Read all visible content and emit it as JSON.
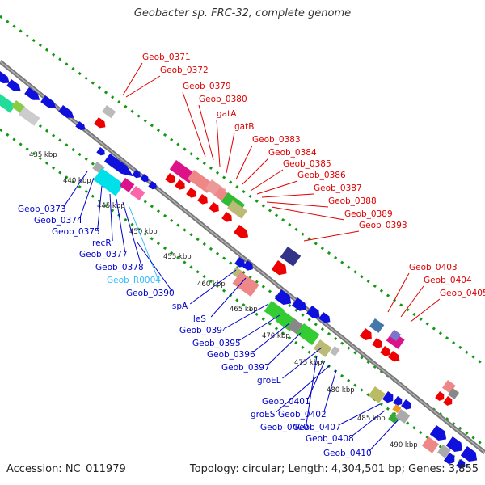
{
  "header": {
    "title": "Geobacter sp. FRC-32, complete genome"
  },
  "footer": {
    "accession": "Accession: NC_011979",
    "summary": "Topology: circular; Length: 4,304,501 bp; Genes: 3,855"
  },
  "colors": {
    "forward_label": "#e00000",
    "reverse_label": "#0000cc",
    "rna_label": "#33bbff",
    "backbone": "#777777",
    "ticks": "#119911"
  },
  "kbp_ticks": [
    "435 kbp",
    "440 kbp",
    "445 kbp",
    "450 kbp",
    "455 kbp",
    "460 kbp",
    "465 kbp",
    "470 kbp",
    "475 kbp",
    "480 kbp",
    "485 kbp",
    "490 kbp"
  ],
  "top_labels": [
    "Geob_0371",
    "Geob_0372",
    "Geob_0379",
    "Geob_0380",
    "gatA",
    "gatB",
    "Geob_0383",
    "Geob_0384",
    "Geob_0385",
    "Geob_0386",
    "Geob_0387",
    "Geob_0388",
    "Geob_0389",
    "Geob_0393",
    "Geob_0403",
    "Geob_0404",
    "Geob_0405"
  ],
  "bottom_labels": [
    "Geob_0373",
    "Geob_0374",
    "Geob_0375",
    "recR",
    "Geob_0377",
    "Geob_0378",
    "Geob_R0004",
    "Geob_0390",
    "lspA",
    "ileS",
    "Geob_0394",
    "Geob_0395",
    "Geob_0396",
    "Geob_0397",
    "groEL",
    "Geob_0401",
    "groES",
    "Geob_0402",
    "Geob_0400",
    "Geob_0407",
    "Geob_0408",
    "Geob_0410"
  ]
}
